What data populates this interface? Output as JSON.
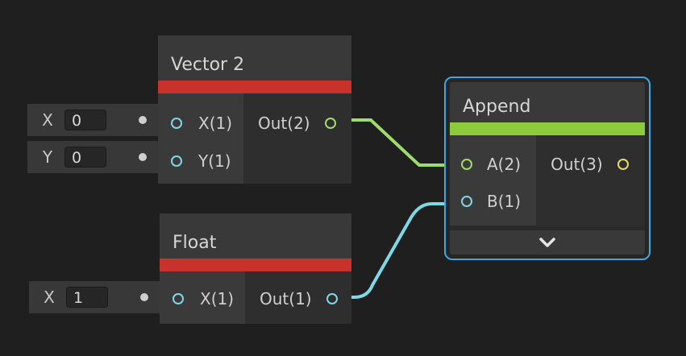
{
  "colors": {
    "background": "#1f1f1f",
    "float_header": "#c8322a",
    "append_header": "#8ecb3c",
    "float_wire": "#7fd8e6",
    "vector2_wire": "#9fdb6c",
    "selection": "#3ea6e0",
    "output_port": "#e6d96a"
  },
  "fields": [
    {
      "label": "X",
      "value": "0"
    },
    {
      "label": "Y",
      "value": "0"
    },
    {
      "label": "X",
      "value": "1"
    }
  ],
  "nodes": {
    "vector2": {
      "title": "Vector 2",
      "inputs": [
        "X(1)",
        "Y(1)"
      ],
      "output": "Out(2)"
    },
    "float": {
      "title": "Float",
      "input": "X(1)",
      "output": "Out(1)"
    },
    "append": {
      "title": "Append",
      "inputs": [
        "A(2)",
        "B(1)"
      ],
      "output": "Out(3)",
      "expand_icon": "chevron-down-icon"
    }
  }
}
